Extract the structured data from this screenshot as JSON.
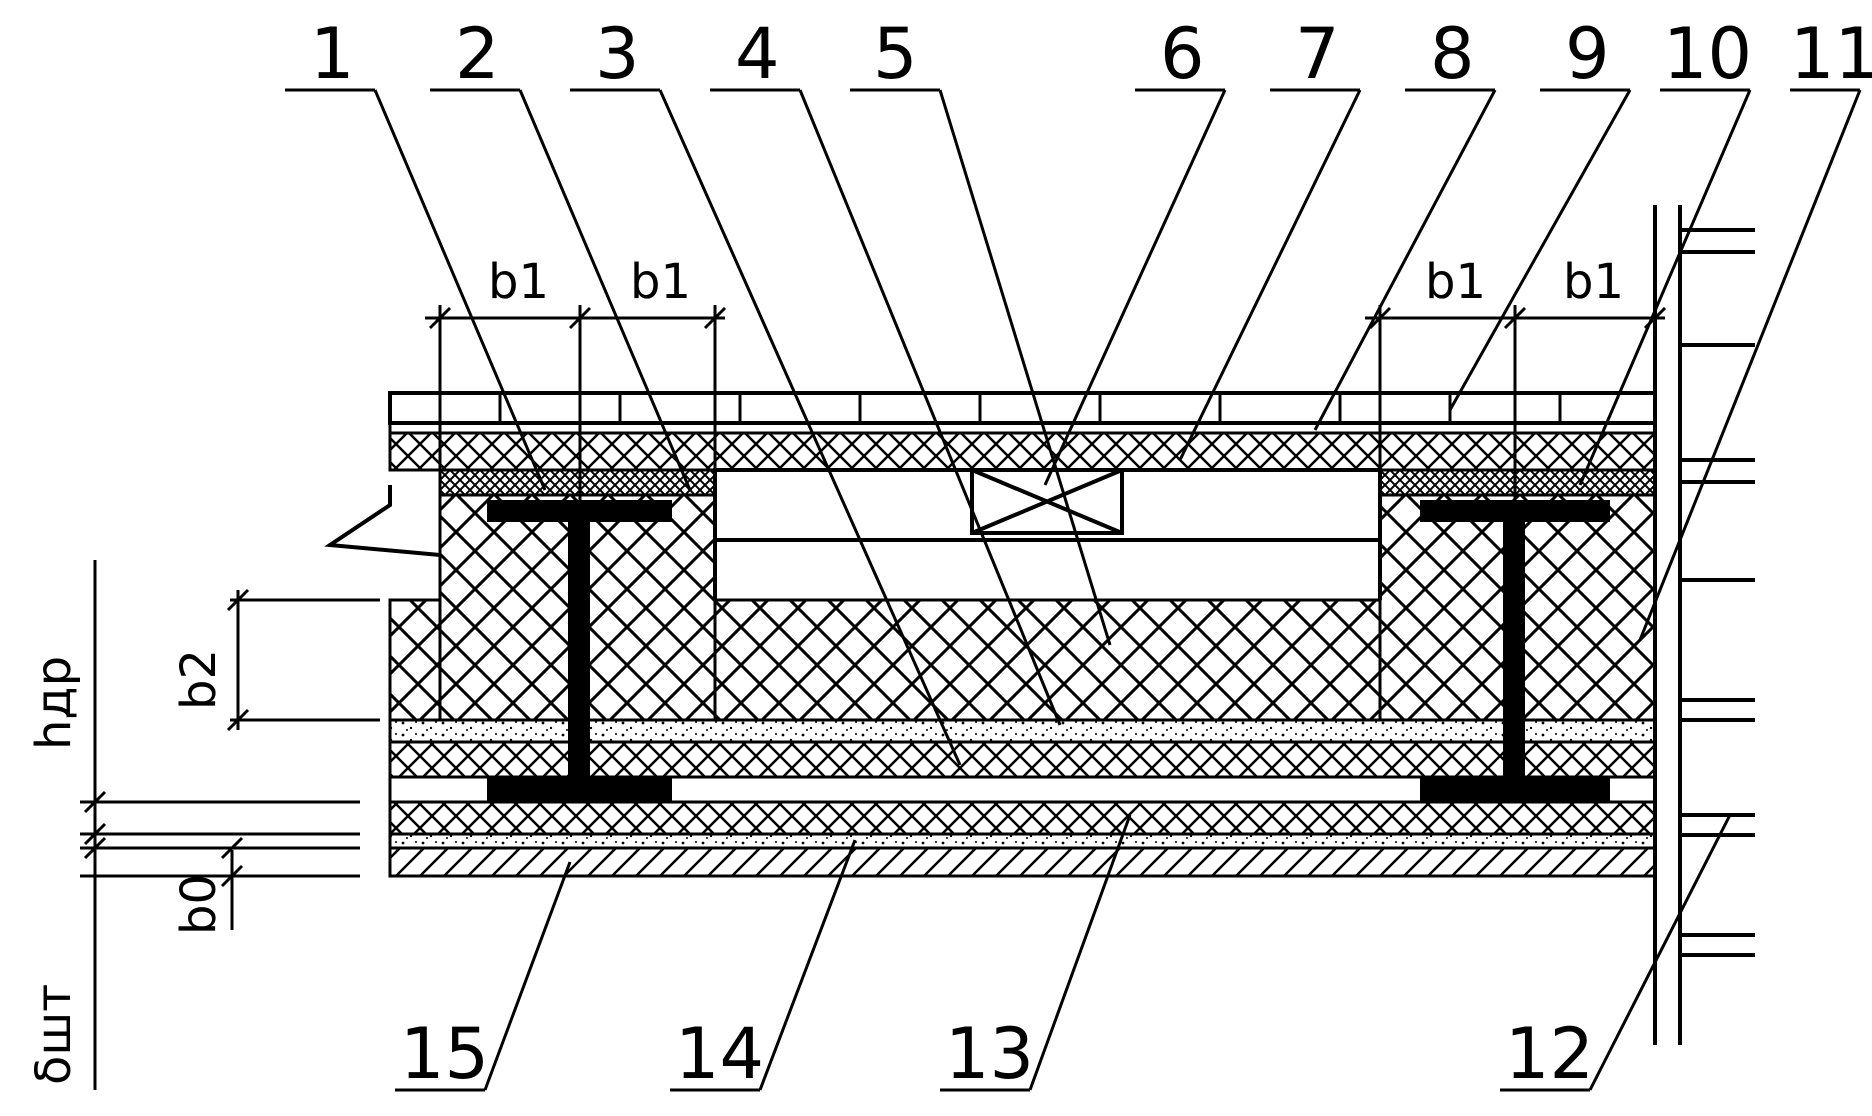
{
  "callouts": {
    "c1": "1",
    "c2": "2",
    "c3": "3",
    "c4": "4",
    "c5": "5",
    "c6": "6",
    "c7": "7",
    "c8": "8",
    "c9": "9",
    "c10": "10",
    "c11": "11",
    "c12": "12",
    "c13": "13",
    "c14": "14",
    "c15": "15"
  },
  "dimensions": {
    "b1": "b1",
    "b2": "b2",
    "b0": "b0",
    "h_dr": "hдр",
    "delta_sht": "δшт"
  },
  "colors": {
    "ink": "#000000",
    "paper": "#ffffff"
  }
}
